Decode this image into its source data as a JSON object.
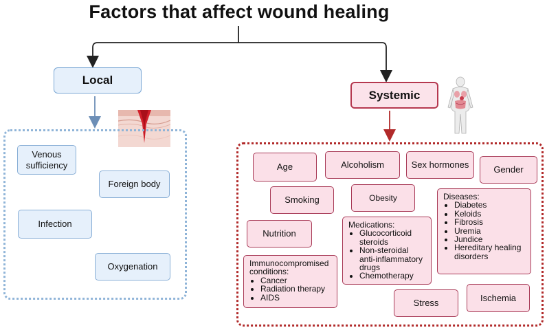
{
  "title": "Factors that affect wound healing",
  "local": {
    "header": "Local",
    "factors": [
      "Venous sufficiency",
      "Foreign body",
      "Infection",
      "Oxygenation"
    ]
  },
  "systemic": {
    "header": "Systemic",
    "factors": [
      "Age",
      "Alcoholism",
      "Sex hormones",
      "Gender",
      "Smoking",
      "Obesity",
      "Nutrition",
      "Stress",
      "Ischemia"
    ],
    "medications": {
      "label": "Medications:",
      "items": [
        "Glucocorticoid steroids",
        "Non-steroidal anti-inflammatory drugs",
        "Chemotherapy"
      ]
    },
    "diseases": {
      "label": "Diseases:",
      "items": [
        "Diabetes",
        "Keloids",
        "Fibrosis",
        "Uremia",
        "Jundice",
        "Hereditary healing disorders"
      ]
    },
    "immunocompromised": {
      "label": "Immunocompromised conditions:",
      "items": [
        "Cancer",
        "Radiation therapy",
        "AIDS"
      ]
    }
  },
  "colors": {
    "local_fill": "#e6f0fb",
    "local_border": "#88aed6",
    "systemic_fill": "#fbe0e8",
    "systemic_border": "#a83a57",
    "systemic_dotted": "#b12a2a",
    "wound_red": "#d21f2a"
  },
  "icons": [
    "wound-skin-illustration",
    "human-body-organs-illustration"
  ]
}
